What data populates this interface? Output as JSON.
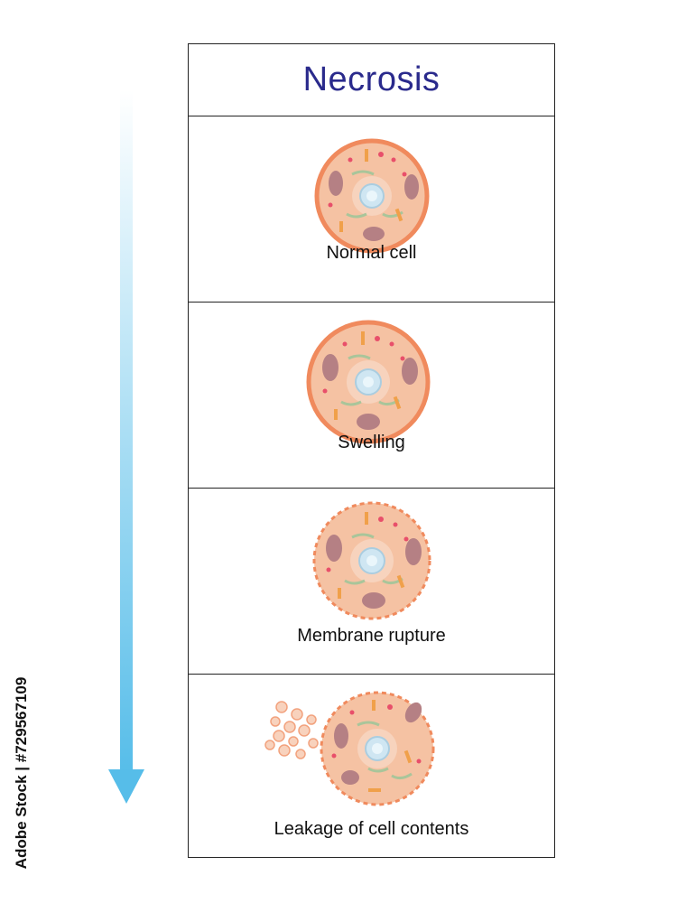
{
  "title": "Necrosis",
  "stages": [
    {
      "label": "Normal cell",
      "membrane": "intact"
    },
    {
      "label": "Swelling",
      "membrane": "intact"
    },
    {
      "label": "Membrane rupture",
      "membrane": "dashed"
    },
    {
      "label": "Leakage of cell contents",
      "membrane": "dashed",
      "leakage": true
    }
  ],
  "watermark_id": "Adobe Stock | #729567109",
  "colors": {
    "title": "#2a2a8c",
    "arrow_top": "#ffffff",
    "arrow_bottom": "#56bde9",
    "cytoplasm": "#f5c2a3",
    "membrane": "#f08a5d",
    "nucleus": "#cfe6f2",
    "mitochondria": "#b58084"
  }
}
